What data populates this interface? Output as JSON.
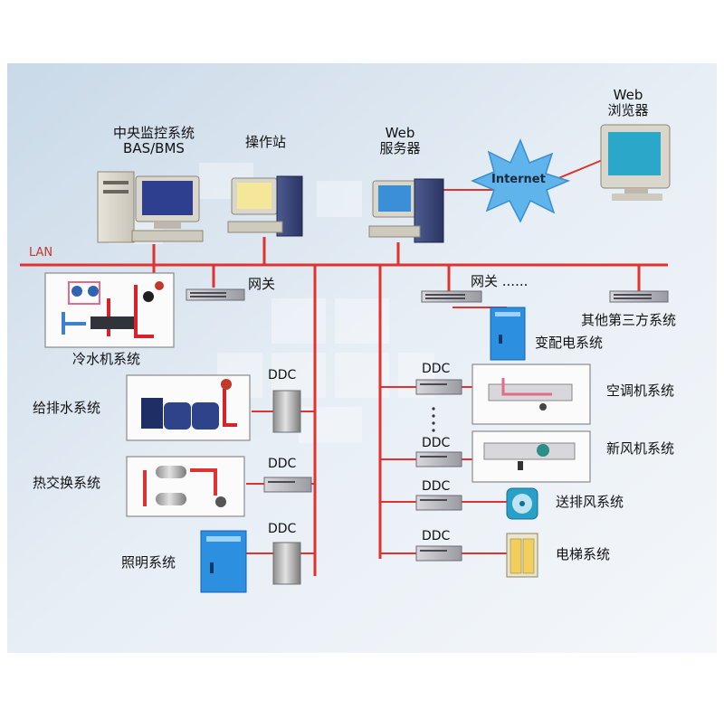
{
  "network": {
    "lan_label": "LAN",
    "internet_label": "Internet"
  },
  "top_nodes": {
    "central": {
      "line1": "中央监控系统",
      "line2": "BAS/BMS"
    },
    "workstation": {
      "label": "操作站"
    },
    "web_server": {
      "line1": "Web",
      "line2": "服务器"
    },
    "web_browser": {
      "line1": "Web",
      "line2": "浏览器"
    }
  },
  "gateways": {
    "left": "网关",
    "right": "网关 ......"
  },
  "left_subsystems": {
    "chiller": "冷水机系统",
    "water": "给排水系统",
    "heat_exchange": "热交换系统",
    "lighting": "照明系统"
  },
  "right_subsystems": {
    "third_party": "其他第三方系统",
    "power": "变配电系统",
    "air_handler": "空调机系统",
    "fresh_air": "新风机系统",
    "ventilation": "送排风系统",
    "elevator": "电梯系统"
  },
  "ddc_label": "DDC",
  "colors": {
    "network_line": "#e0322e",
    "background": "#dfe8f1",
    "monitor_screen": "#3a8fd6"
  }
}
